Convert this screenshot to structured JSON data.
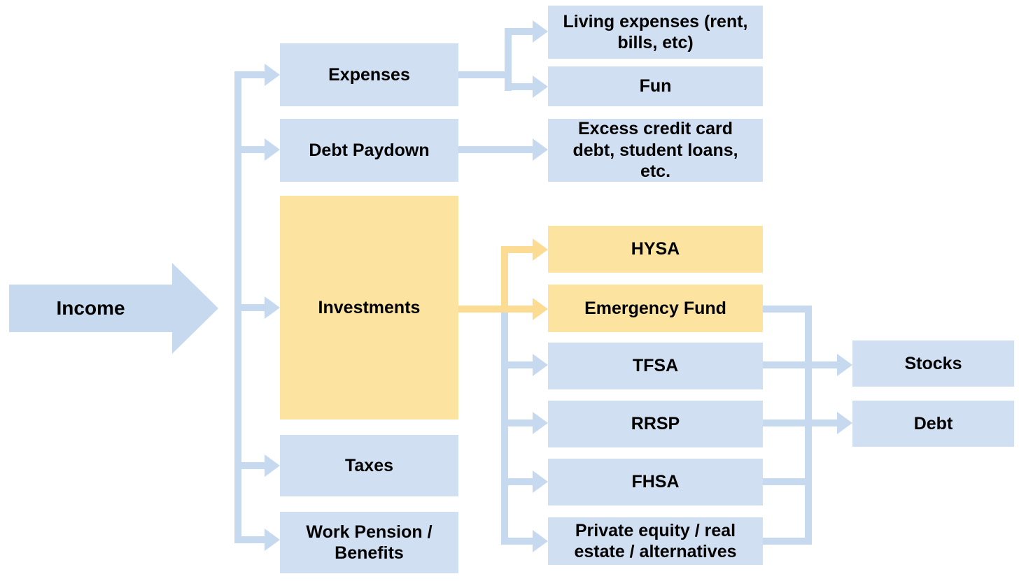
{
  "palette": {
    "blue_box": "#d0e0f2",
    "yellow_box": "#fde3a0",
    "blue_line": "#c6d9ee",
    "yellow_line": "#fbdc92",
    "text": "#000000",
    "background": "#ffffff"
  },
  "nodes": {
    "income": {
      "label": "Income",
      "highlight": false
    },
    "expenses": {
      "label": "Expenses",
      "highlight": false
    },
    "debt_paydown": {
      "label": "Debt Paydown",
      "highlight": false
    },
    "investments": {
      "label": "Investments",
      "highlight": true
    },
    "taxes": {
      "label": "Taxes",
      "highlight": false
    },
    "work_pension": {
      "label": "Work Pension / Benefits",
      "highlight": false
    },
    "living_expenses": {
      "label": "Living expenses (rent, bills, etc)",
      "highlight": false
    },
    "fun": {
      "label": "Fun",
      "highlight": false
    },
    "excess_debt": {
      "label": "Excess credit card debt, student loans, etc.",
      "highlight": false
    },
    "hysa": {
      "label": "HYSA",
      "highlight": true
    },
    "emergency_fund": {
      "label": "Emergency Fund",
      "highlight": true
    },
    "tfsa": {
      "label": "TFSA",
      "highlight": false
    },
    "rrsp": {
      "label": "RRSP",
      "highlight": false
    },
    "fhsa": {
      "label": "FHSA",
      "highlight": false
    },
    "private_equity": {
      "label": "Private equity / real estate / alternatives",
      "highlight": false
    },
    "stocks": {
      "label": "Stocks",
      "highlight": false
    },
    "debt": {
      "label": "Debt",
      "highlight": false
    }
  },
  "edges": [
    {
      "from": "income",
      "to": "expenses",
      "color": "blue"
    },
    {
      "from": "income",
      "to": "debt_paydown",
      "color": "blue"
    },
    {
      "from": "income",
      "to": "investments",
      "color": "blue"
    },
    {
      "from": "income",
      "to": "taxes",
      "color": "blue"
    },
    {
      "from": "income",
      "to": "work_pension",
      "color": "blue"
    },
    {
      "from": "expenses",
      "to": "living_expenses",
      "color": "blue"
    },
    {
      "from": "expenses",
      "to": "fun",
      "color": "blue"
    },
    {
      "from": "debt_paydown",
      "to": "excess_debt",
      "color": "blue"
    },
    {
      "from": "investments",
      "to": "hysa",
      "color": "yellow"
    },
    {
      "from": "investments",
      "to": "emergency_fund",
      "color": "yellow"
    },
    {
      "from": "investments",
      "to": "tfsa",
      "color": "blue"
    },
    {
      "from": "investments",
      "to": "rrsp",
      "color": "blue"
    },
    {
      "from": "investments",
      "to": "fhsa",
      "color": "blue"
    },
    {
      "from": "investments",
      "to": "private_equity",
      "color": "blue"
    },
    {
      "from": [
        "emergency_fund",
        "tfsa",
        "rrsp",
        "fhsa",
        "private_equity"
      ],
      "to": [
        "stocks",
        "debt"
      ],
      "color": "blue",
      "via": "shared-bus"
    }
  ]
}
